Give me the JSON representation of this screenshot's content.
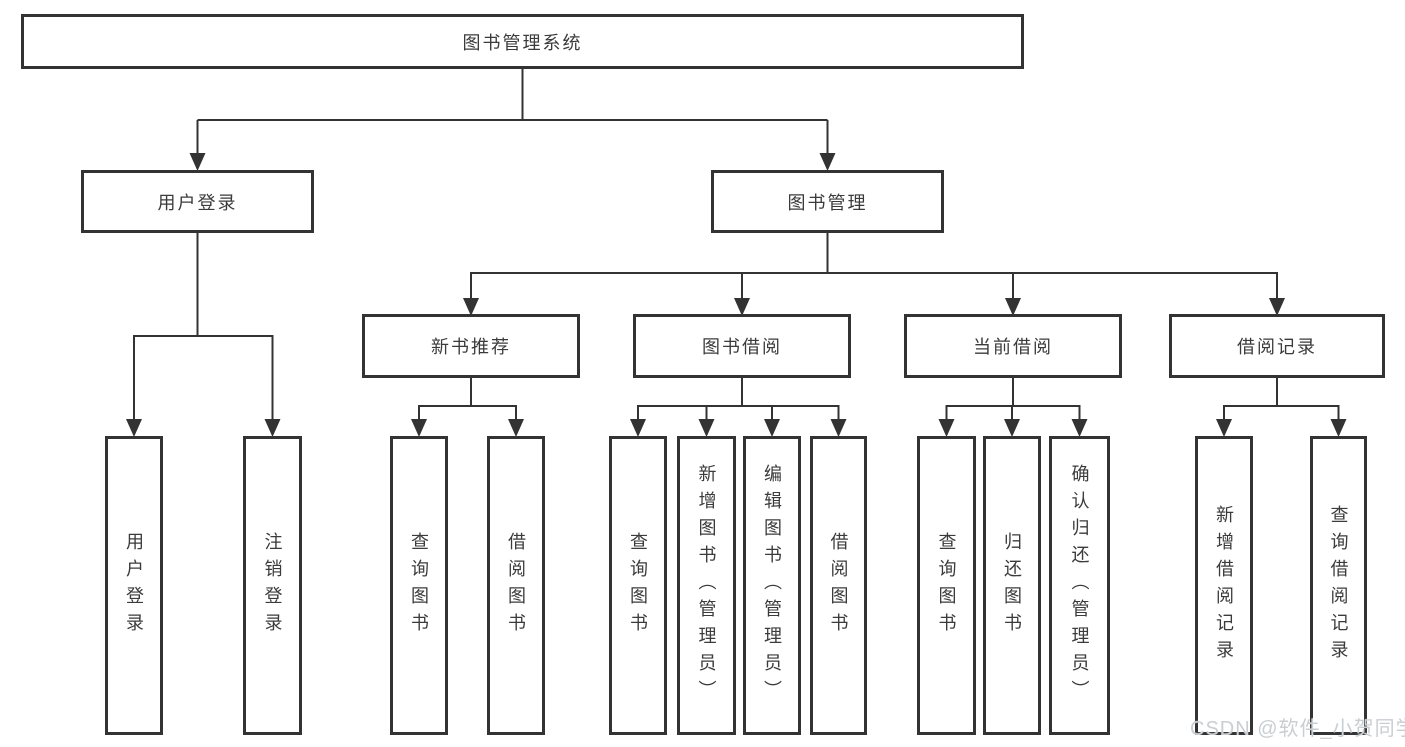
{
  "tree": {
    "label": "图书管理系统",
    "children": [
      {
        "label": "用户登录",
        "children": [
          {
            "label": "用户登录"
          },
          {
            "label": "注销登录"
          }
        ]
      },
      {
        "label": "图书管理",
        "children": [
          {
            "label": "新书推荐",
            "children": [
              {
                "label": "查询图书"
              },
              {
                "label": "借阅图书"
              }
            ]
          },
          {
            "label": "图书借阅",
            "children": [
              {
                "label": "查询图书"
              },
              {
                "label": "新增图书（管理员）"
              },
              {
                "label": "编辑图书（管理员）"
              },
              {
                "label": "借阅图书"
              }
            ]
          },
          {
            "label": "当前借阅",
            "children": [
              {
                "label": "查询图书"
              },
              {
                "label": "归还图书"
              },
              {
                "label": "确认归还（管理员）"
              }
            ]
          },
          {
            "label": "借阅记录",
            "children": [
              {
                "label": "新增借阅记录"
              },
              {
                "label": "查询借阅记录"
              }
            ]
          }
        ]
      }
    ]
  },
  "watermark": "CSDN @软件_小贺同学",
  "colors": {
    "line": "#333333",
    "text": "#3b3b3b",
    "background": "#ffffff"
  }
}
